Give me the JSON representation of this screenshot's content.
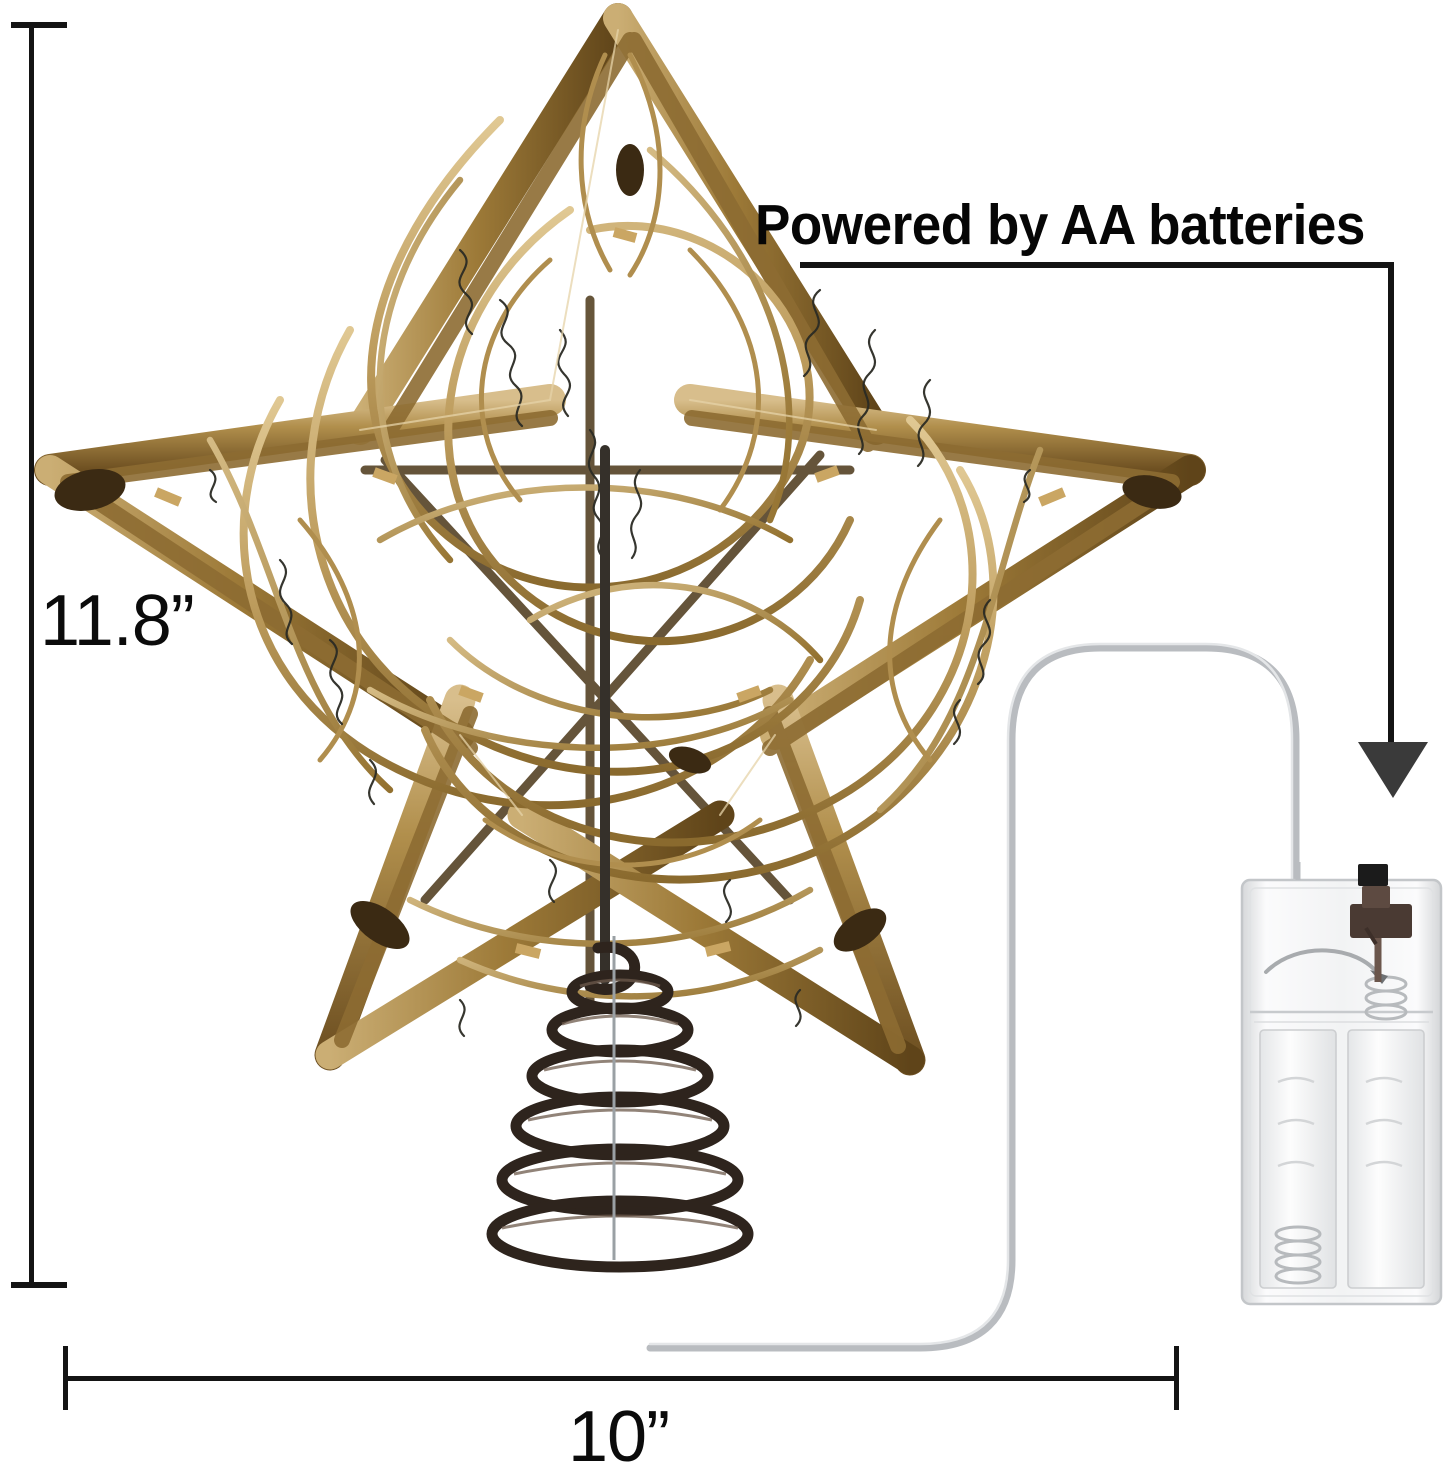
{
  "product": {
    "name": "rattan-star-tree-topper",
    "description": "Natural rattan wicker star tree topper with LED micro light string and coil spring base"
  },
  "dimensions": {
    "height_label": "11.8”",
    "width_label": "10”",
    "height_value": 11.8,
    "width_value": 10,
    "unit": "inches"
  },
  "callout": {
    "text": "Powered by AA batteries",
    "target": "battery-pack"
  },
  "colors": {
    "background": "#ffffff",
    "rule": "#141414",
    "text": "#0b0b0b",
    "arrow": "#3a3a3a",
    "rattan_light": "#cdb07a",
    "rattan_mid": "#a8833f",
    "rattan_dark": "#7c5c2a",
    "rattan_shadow": "#5a4018",
    "wire_dark": "#2b2b24",
    "spring": "#2e241d",
    "lead_wire": "#b9bcc0",
    "battery_shell": "#e9eaec",
    "battery_switch": "#4a3a33"
  },
  "parts": {
    "star": "rattan-star",
    "spring": "coil-spring-base",
    "wire": "lead-wire-loop",
    "battery": "aa-battery-pack",
    "switch": "power-switch"
  }
}
